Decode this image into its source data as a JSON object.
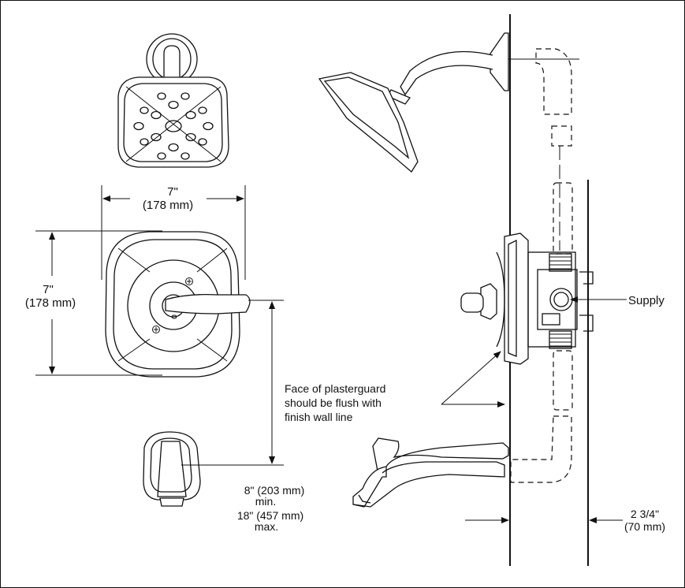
{
  "dimensions": {
    "width_in": "7\"",
    "width_mm": "(178 mm)",
    "height_in": "7\"",
    "height_mm": "(178 mm)",
    "spout_min": "8\" (203 mm)",
    "spout_min_label": "min.",
    "spout_max": "18\" (457 mm)",
    "spout_max_label": "max.",
    "wall_depth_in": "2 3/4\"",
    "wall_depth_mm": "(70 mm)"
  },
  "callouts": {
    "supply": "Supply",
    "plasterguard_line1": "Face of plasterguard",
    "plasterguard_line2": "should be flush with",
    "plasterguard_line3": "finish wall line"
  }
}
